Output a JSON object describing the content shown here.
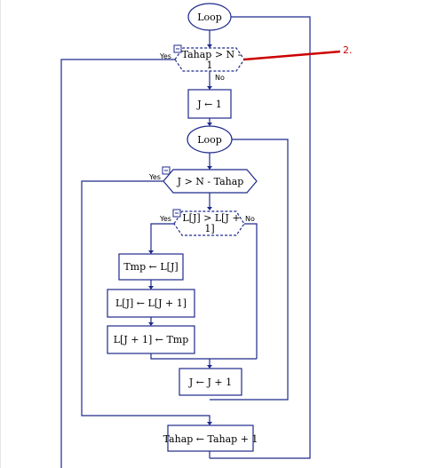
{
  "nodes": {
    "loop_outer": "Loop",
    "cond_outer_line1": "Tahap > N  -",
    "cond_outer_line2": "1",
    "init_j": "J ← 1",
    "loop_inner": "Loop",
    "cond_inner": "J > N  -  Tahap",
    "cond_swap_line1": "L[J] > L[J  +",
    "cond_swap_line2": "1]",
    "tmp_assign": "Tmp ← L[J]",
    "swap_assign": "L[J] ← L[J  +  1]",
    "restore_assign": "L[J  +  1] ← Tmp",
    "inc_j": "J ← J  +  1",
    "inc_tahap": "Tahap ← Tahap  +  1"
  },
  "labels": {
    "yes1": "Yes",
    "no1": "No",
    "yes2": "Yes",
    "yes3": "Yes",
    "no3": "No"
  },
  "annotation": {
    "text": "2.",
    "color": "#cc0000"
  },
  "colors": {
    "line": "#1f2a8c",
    "annotation": "#cc0000"
  }
}
